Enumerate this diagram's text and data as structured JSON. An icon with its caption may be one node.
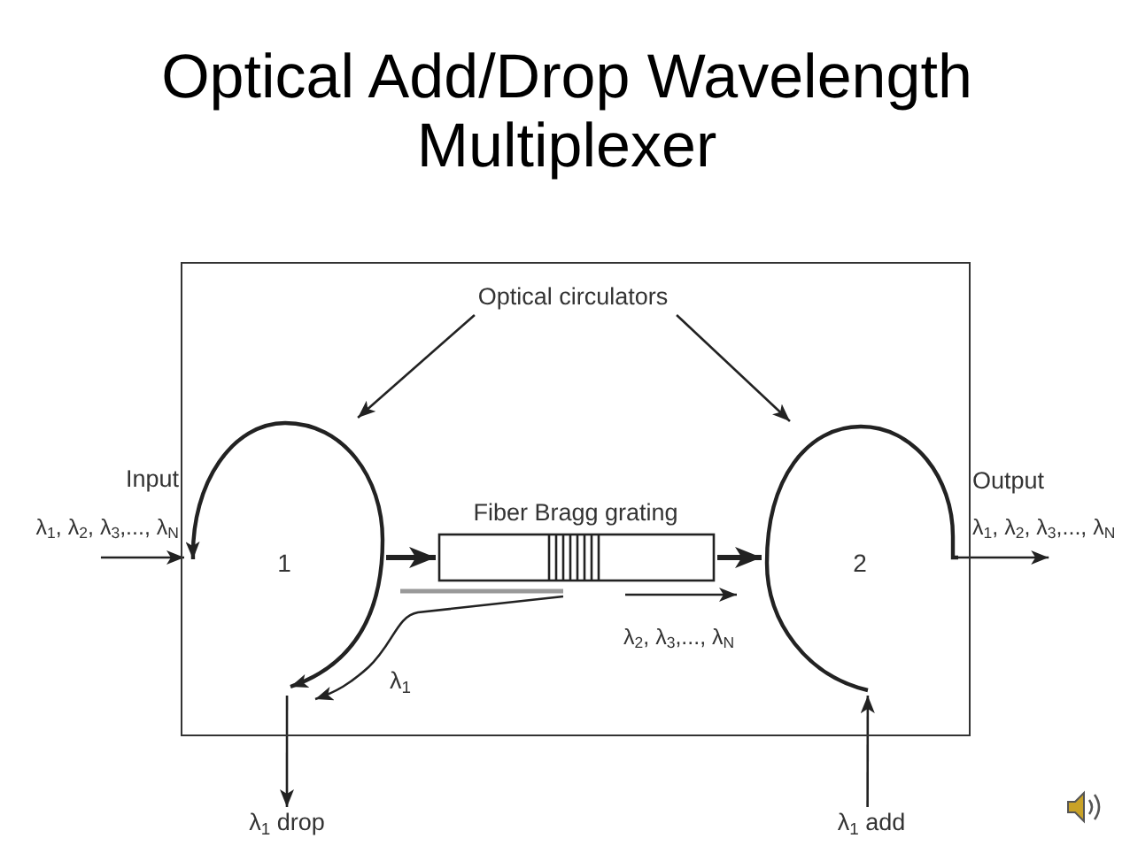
{
  "diagram": {
    "title": "Optical Add/Drop Wavelength Multiplexer",
    "nodes": [
      {
        "text": [],
        "shape": "box"
      },
      {
        "text": [
          "Optical circulators"
        ],
        "in": 0
      },
      {
        "text": [
          "Input",
          "λ$_{1}$, λ$_{2}$, λ$_{3}$,..., λ$_{N}$"
        ]
      },
      {
        "text": [
          "1"
        ],
        "in": 0
      },
      {
        "text": [
          "Fiber Bragg grating"
        ],
        "in": 0
      },
      {
        "text": [
          "2"
        ],
        "in": 0
      },
      {
        "text": [
          "Output",
          "λ$_{1}$, λ$_{2}$, λ$_{3}$,..., λ$_{N}$"
        ]
      },
      {
        "text": [
          "λ$_{1}$ drop"
        ]
      },
      {
        "text": [
          "λ$_{1}$ add"
        ]
      }
    ],
    "edges": [
      {
        "from": 1,
        "to": 3,
        "arrow": "to"
      },
      {
        "from": 1,
        "to": 5,
        "arrow": "to"
      },
      {
        "from": 2,
        "to": 3,
        "arrow": "to"
      },
      {
        "from": 3,
        "to": 4,
        "arrow": "to",
        "style": "thick"
      },
      {
        "from": 4,
        "to": 5,
        "arrow": "to",
        "style": "thick"
      },
      {
        "from": 5,
        "to": 6,
        "arrow": "to"
      },
      {
        "from": 3,
        "to": 7,
        "arrow": "to"
      },
      {
        "from": 8,
        "to": 5,
        "arrow": "to"
      }
    ],
    "labels": [
      "λ$_{2}$, λ$_{3}$,..., λ$_{N}$",
      "λ$_{1}$"
    ]
  }
}
